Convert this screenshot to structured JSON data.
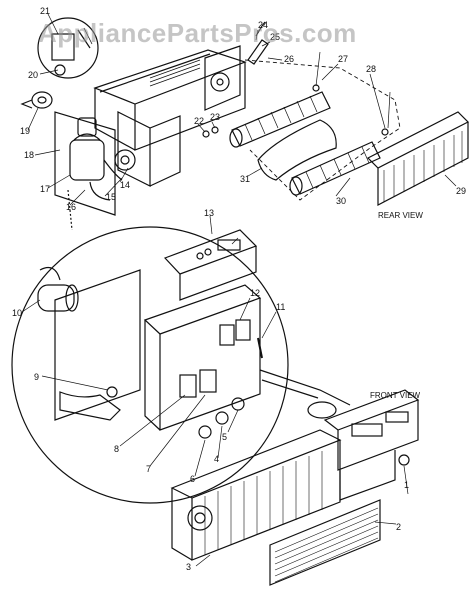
{
  "watermark": "AppliancePartsPros.com",
  "views": {
    "rear": "REAR VIEW",
    "front": "FRONT VIEW"
  },
  "callouts": [
    "1",
    "2",
    "3",
    "4",
    "5",
    "6",
    "7",
    "8",
    "9",
    "10",
    "11",
    "12",
    "13",
    "14",
    "15",
    "16",
    "17",
    "18",
    "19",
    "20",
    "21",
    "22",
    "23",
    "24",
    "25",
    "26",
    "27",
    "28",
    "29",
    "30",
    "31"
  ],
  "colors": {
    "ink": "#111111",
    "watermark": "#969696",
    "paper": "#ffffff"
  }
}
